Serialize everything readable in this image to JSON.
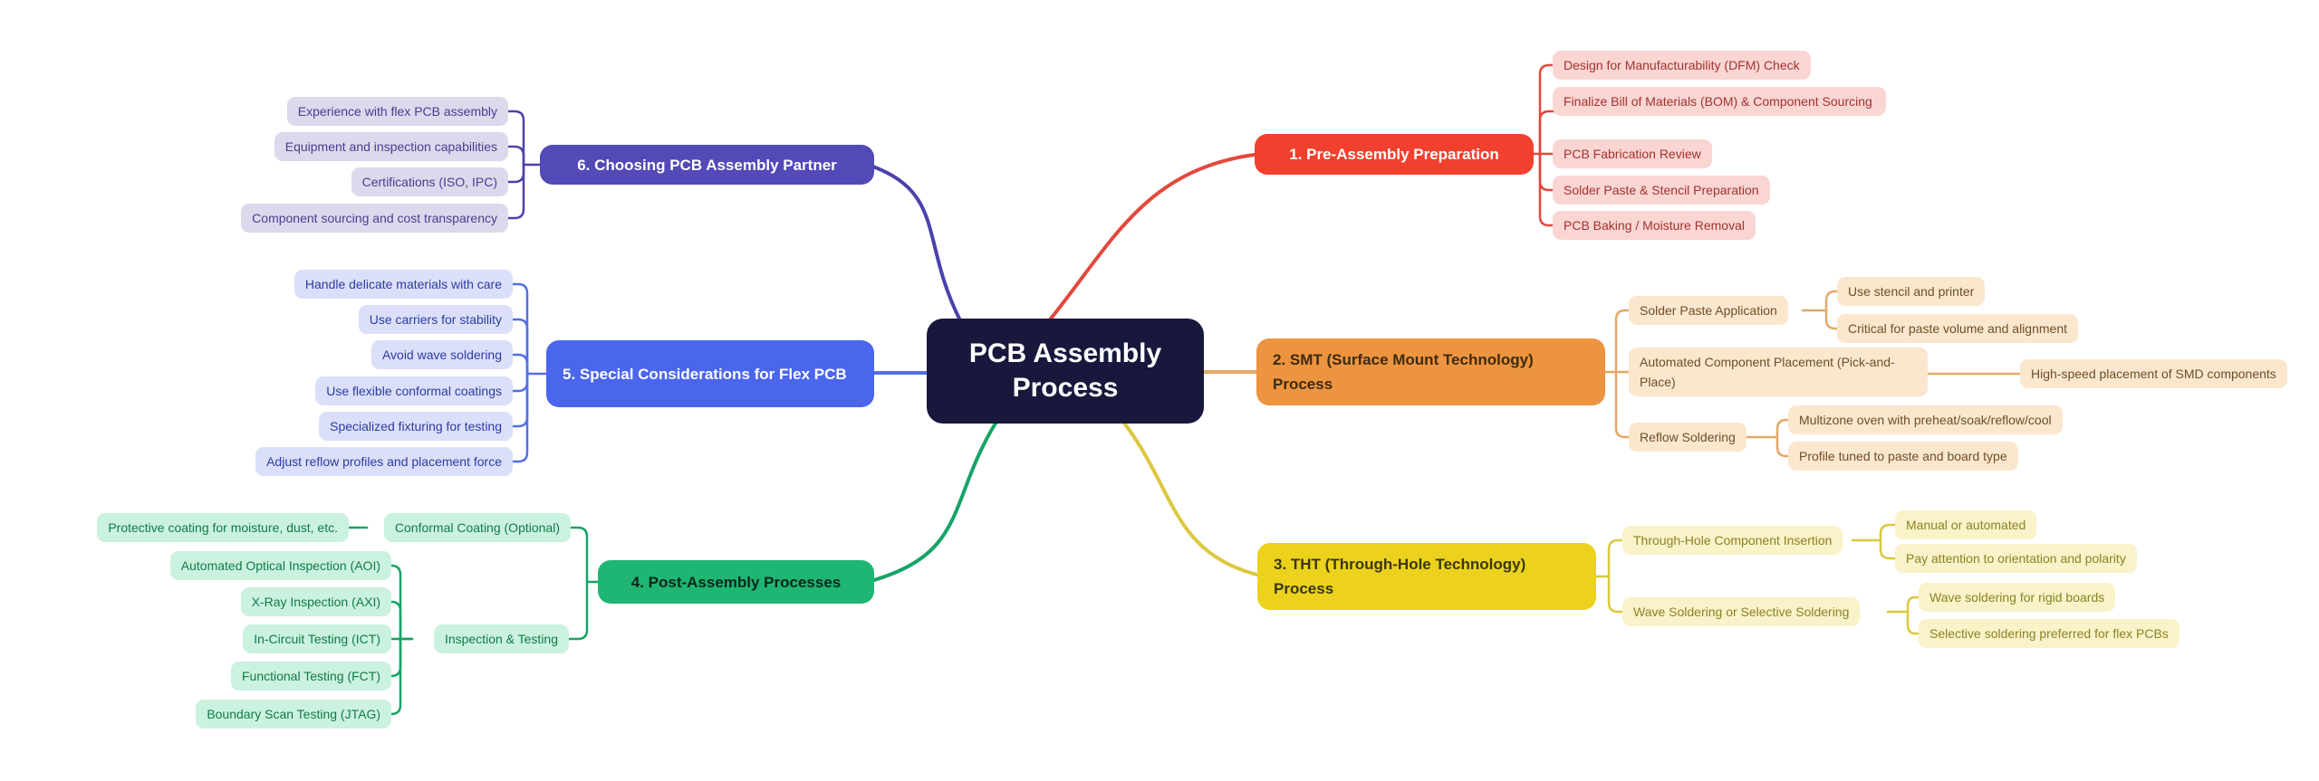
{
  "root": {
    "label": "PCB Assembly Process",
    "bg": "#17183B",
    "text": "#FFFFFF"
  },
  "colors": {
    "background": "#FFFFFF",
    "red": {
      "topic": "#F2402F",
      "child_bg": "#FAD6D3",
      "child_text": "#A23230",
      "connector": "#E2483C"
    },
    "orange": {
      "topic": "#EC9440",
      "child_bg": "#FBE6CE",
      "child_text": "#6E4F28",
      "connector": "#E3A868"
    },
    "yellow": {
      "topic": "#ECD21D",
      "child_bg": "#FAF2C8",
      "child_text": "#8A8326",
      "connector": "#DCC83E"
    },
    "green": {
      "topic": "#1FB573",
      "child_bg": "#CBF2DF",
      "child_text": "#107A4B",
      "connector": "#16A466"
    },
    "blue": {
      "topic": "#4A66EC",
      "child_bg": "#DBDFFA",
      "child_text": "#2B3CA2",
      "connector": "#5570E2"
    },
    "purple": {
      "topic": "#5349B7",
      "child_bg": "#DCD9EC",
      "child_text": "#483D92",
      "connector": "#4C42AB"
    }
  },
  "branches": [
    {
      "label": "1. Pre-Assembly Preparation",
      "color": "red",
      "children": [
        {
          "label": "Design for Manufacturability (DFM) Check"
        },
        {
          "label": "Finalize Bill of Materials (BOM) & Component Sourcing"
        },
        {
          "label": "PCB Fabrication Review"
        },
        {
          "label": "Solder Paste & Stencil Preparation"
        },
        {
          "label": "PCB Baking / Moisture Removal"
        }
      ]
    },
    {
      "label": "2. SMT (Surface Mount Technology) Process",
      "color": "orange",
      "children": [
        {
          "label": "Solder Paste Application",
          "children": [
            {
              "label": "Use stencil and printer"
            },
            {
              "label": "Critical for paste volume and alignment"
            }
          ]
        },
        {
          "label": "Automated Component Placement (Pick-and-Place)",
          "children": [
            {
              "label": "High-speed placement of SMD components"
            }
          ]
        },
        {
          "label": "Reflow Soldering",
          "children": [
            {
              "label": "Multizone oven with preheat/soak/reflow/cool"
            },
            {
              "label": "Profile tuned to paste and board type"
            }
          ]
        }
      ]
    },
    {
      "label": "3. THT (Through-Hole Technology) Process",
      "color": "yellow",
      "children": [
        {
          "label": "Through-Hole Component Insertion",
          "children": [
            {
              "label": "Manual or automated"
            },
            {
              "label": "Pay attention to orientation and polarity"
            }
          ]
        },
        {
          "label": "Wave Soldering or Selective Soldering",
          "children": [
            {
              "label": "Wave soldering for rigid boards"
            },
            {
              "label": "Selective soldering preferred for flex PCBs"
            }
          ]
        }
      ]
    },
    {
      "label": "4. Post-Assembly Processes",
      "color": "green",
      "children": [
        {
          "label": "Conformal Coating (Optional)",
          "children": [
            {
              "label": "Protective coating for moisture, dust, etc."
            }
          ]
        },
        {
          "label": "Inspection & Testing",
          "children": [
            {
              "label": "Automated Optical Inspection (AOI)"
            },
            {
              "label": "X-Ray Inspection (AXI)"
            },
            {
              "label": "In-Circuit Testing (ICT)"
            },
            {
              "label": "Functional Testing (FCT)"
            },
            {
              "label": "Boundary Scan Testing (JTAG)"
            }
          ]
        }
      ]
    },
    {
      "label": "5. Special Considerations for Flex PCB",
      "color": "blue",
      "children": [
        {
          "label": "Handle delicate materials with care"
        },
        {
          "label": "Use carriers for stability"
        },
        {
          "label": "Avoid wave soldering"
        },
        {
          "label": "Use flexible conformal coatings"
        },
        {
          "label": "Specialized fixturing for testing"
        },
        {
          "label": "Adjust reflow profiles and placement force"
        }
      ]
    },
    {
      "label": "6. Choosing PCB Assembly Partner",
      "color": "purple",
      "children": [
        {
          "label": "Experience with flex PCB assembly"
        },
        {
          "label": "Equipment and inspection capabilities"
        },
        {
          "label": "Certifications (ISO, IPC)"
        },
        {
          "label": "Component sourcing and cost transparency"
        }
      ]
    }
  ]
}
